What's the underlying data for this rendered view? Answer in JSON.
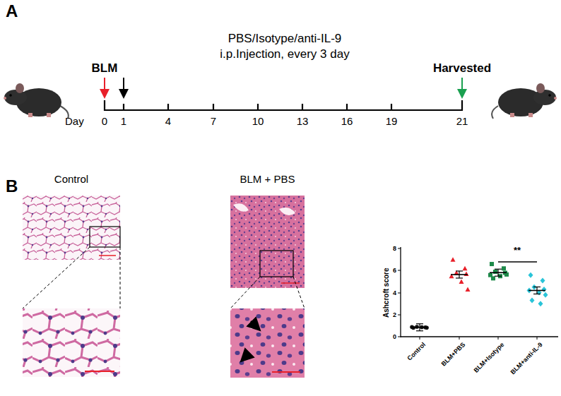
{
  "diagram": {
    "nodes": [
      {
        "text": [
          "Control"
        ]
      },
      {
        "text": [
          "BLM + PBS"
        ]
      }
    ],
    "labels": [
      "A",
      "B",
      "PBS/Isotype/anti-IL-9",
      "i.p.Injection, every 3 day",
      "BLM",
      "Harvested",
      "Day",
      "0",
      "1",
      "4",
      "7",
      "10",
      "13",
      "16",
      "19",
      "21",
      "Ashcroft score",
      "8",
      "6",
      "4",
      "2",
      "0",
      "Control",
      "BLM+PBS",
      "BLM+Isotype",
      "BLM+anti-IL-9",
      "**"
    ]
  }
}
